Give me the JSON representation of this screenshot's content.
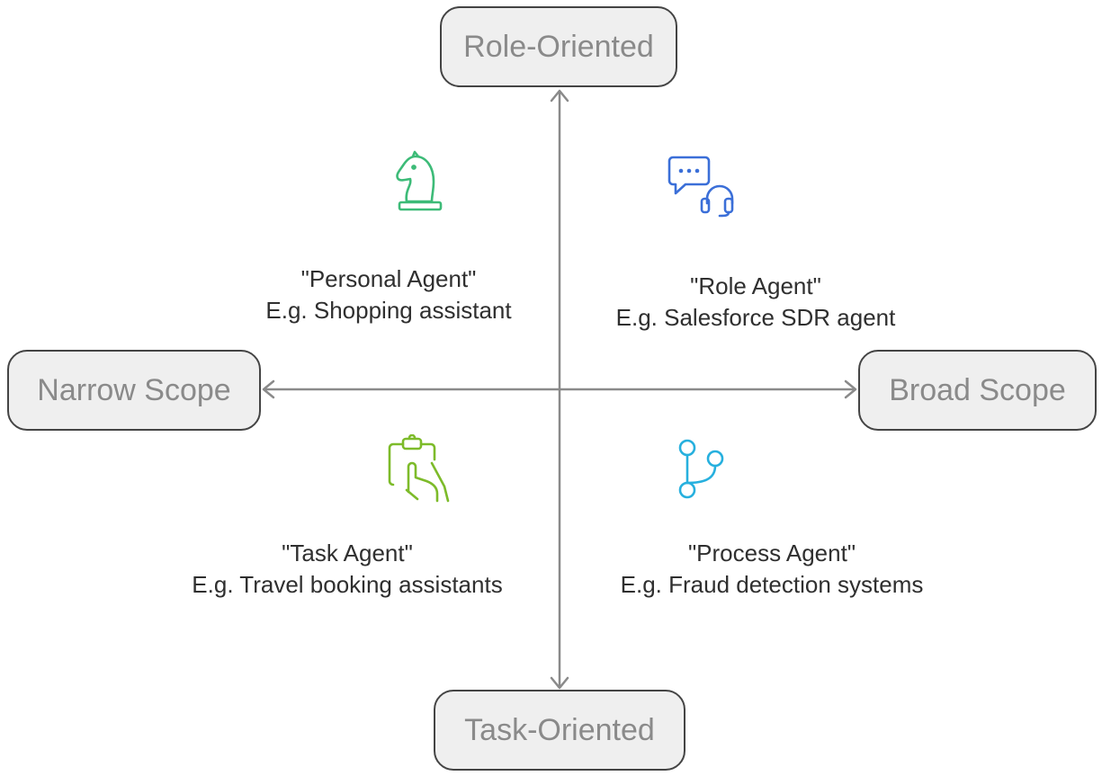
{
  "axes": {
    "top": "Role-Oriented",
    "bottom": "Task-Oriented",
    "left": "Narrow Scope",
    "right": "Broad Scope"
  },
  "quadrants": {
    "personal": {
      "title": "\"Personal Agent\"",
      "example": "E.g. Shopping assistant",
      "icon": "chess-knight-icon",
      "color": "#3dbb78"
    },
    "role": {
      "title": "\"Role Agent\"",
      "example": "E.g. Salesforce SDR agent",
      "icon": "chat-headset-icon",
      "color": "#3b6fd8"
    },
    "task": {
      "title": "\"Task Agent\"",
      "example": "E.g. Travel booking assistants",
      "icon": "clipboard-hand-icon",
      "color": "#7dbb2a"
    },
    "process": {
      "title": "\"Process Agent\"",
      "example": "E.g. Fraud detection systems",
      "icon": "git-branch-icon",
      "color": "#27b0de"
    }
  },
  "colors": {
    "axis": "#8a8a8a",
    "pill_fill": "#efefef",
    "pill_border": "#444444",
    "pill_text": "#8a8a8a"
  }
}
